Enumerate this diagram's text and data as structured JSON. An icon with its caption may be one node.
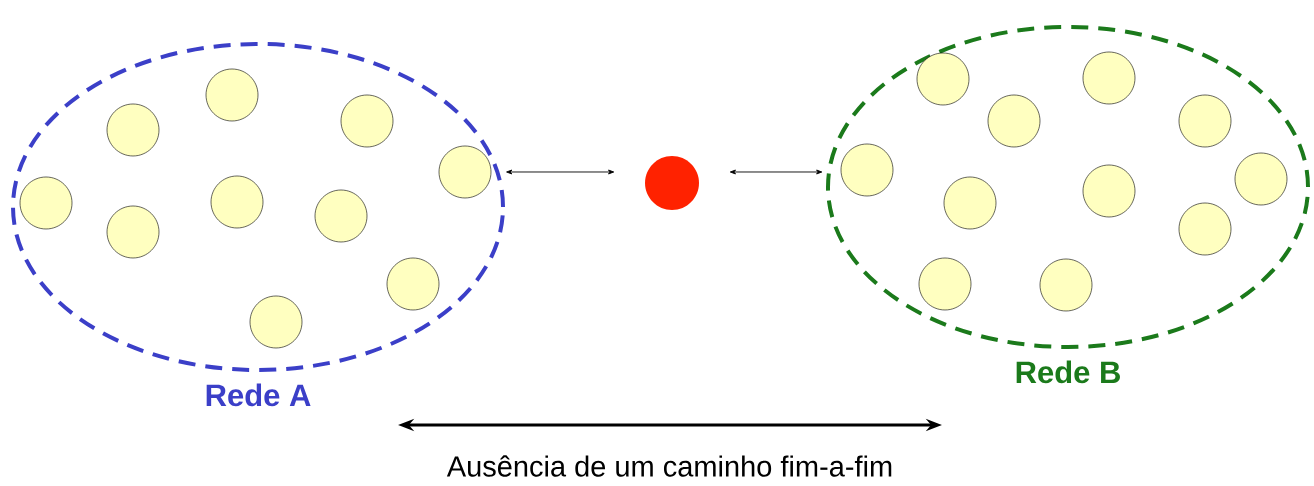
{
  "diagram": {
    "nodes": [
      {
        "text": [
          "Rede A"
        ]
      },
      {
        "text": [],
        "shape": "circle",
        "in": 0
      },
      {
        "text": [],
        "shape": "circle",
        "in": 0
      },
      {
        "text": [],
        "shape": "circle",
        "in": 0
      },
      {
        "text": [],
        "shape": "circle",
        "in": 0
      },
      {
        "text": [],
        "shape": "circle",
        "in": 0
      },
      {
        "text": [],
        "shape": "circle",
        "in": 0
      },
      {
        "text": [],
        "shape": "circle",
        "in": 0
      },
      {
        "text": [],
        "shape": "circle",
        "in": 0
      },
      {
        "text": [],
        "shape": "circle",
        "in": 0
      },
      {
        "text": [],
        "shape": "circle",
        "in": 0
      },
      {
        "text": [],
        "shape": "circle"
      },
      {
        "text": [
          "Rede B"
        ]
      },
      {
        "text": [],
        "shape": "circle",
        "in": 12
      },
      {
        "text": [],
        "shape": "circle",
        "in": 12
      },
      {
        "text": [],
        "shape": "circle",
        "in": 12
      },
      {
        "text": [],
        "shape": "circle",
        "in": 12
      },
      {
        "text": [],
        "shape": "circle",
        "in": 12
      },
      {
        "text": [],
        "shape": "circle",
        "in": 12
      },
      {
        "text": [],
        "shape": "circle",
        "in": 12
      },
      {
        "text": [],
        "shape": "circle",
        "in": 12
      },
      {
        "text": [],
        "shape": "circle",
        "in": 12
      },
      {
        "text": [],
        "shape": "circle",
        "in": 12
      },
      {
        "text": [],
        "shape": "circle",
        "in": 12
      }
    ],
    "edges": [
      {
        "from": 0,
        "to": 11,
        "arrow": "both"
      },
      {
        "from": 11,
        "to": 12,
        "arrow": "both"
      }
    ],
    "labels": [
      "Ausência de um caminho fim-a-fim"
    ]
  }
}
